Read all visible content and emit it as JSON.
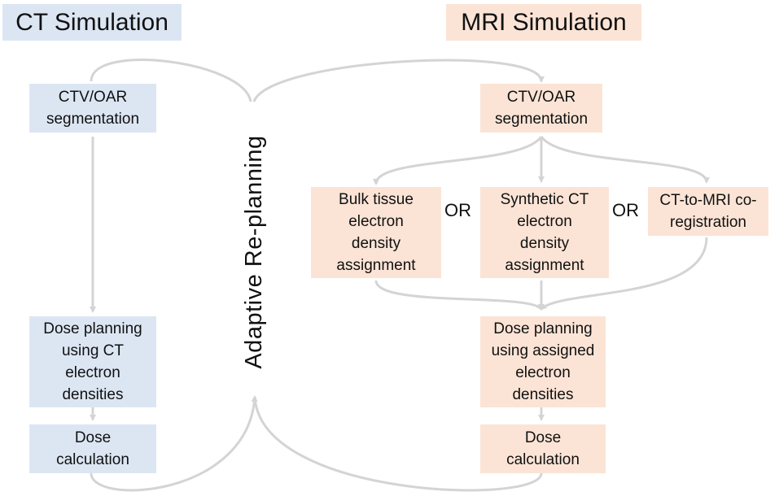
{
  "titles": {
    "ct": "CT Simulation",
    "mri": "MRI Simulation"
  },
  "center_label": "Adaptive Re-planning",
  "ct_flow": {
    "segmentation": "CTV/OAR\nsegmentation",
    "dose_planning": "Dose planning\nusing CT\nelectron\ndensities",
    "dose_calculation": "Dose\ncalculation"
  },
  "mri_flow": {
    "segmentation": "CTV/OAR\nsegmentation",
    "bulk_tissue": "Bulk tissue\nelectron\ndensity\nassignment",
    "synthetic_ct": "Synthetic CT\nelectron\ndensity\nassignment",
    "coregistration": "CT-to-MRI co-\nregistration",
    "dose_planning": "Dose planning\nusing assigned\nelectron\ndensities",
    "dose_calculation": "Dose\ncalculation"
  },
  "or_labels": [
    "OR",
    "OR"
  ],
  "colors": {
    "ct_fill": "#dce6f3",
    "mri_fill": "#fbe4d6",
    "arrow": "#d4d4d4"
  }
}
